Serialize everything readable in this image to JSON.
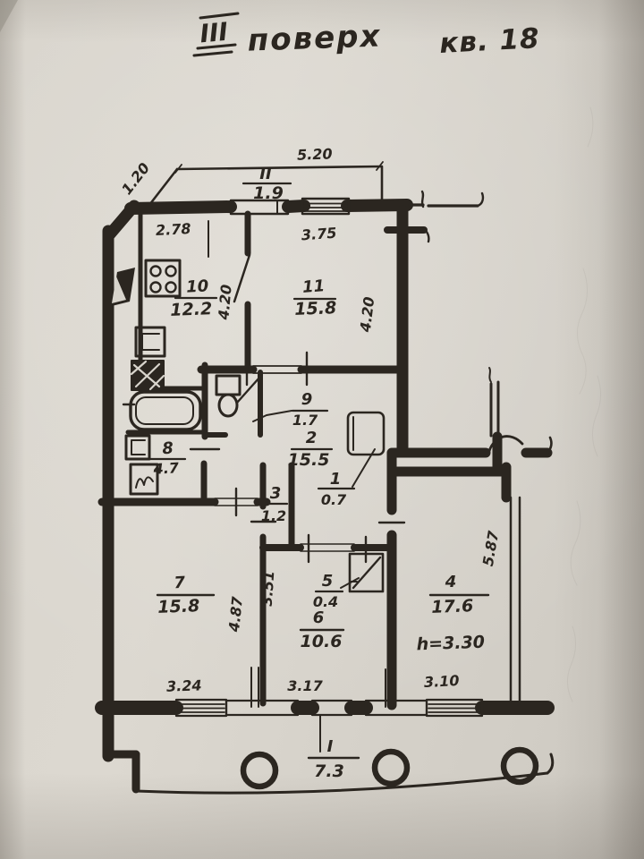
{
  "page": {
    "title_roman": "III",
    "title_word": "поверх",
    "title_apartment": "кв. 18"
  },
  "balconies": {
    "top": {
      "id": "II",
      "area": "1.9"
    },
    "bottom": {
      "id": "I",
      "area": "7.3"
    }
  },
  "rooms": {
    "r10": {
      "id": "10",
      "area": "12.2"
    },
    "r11": {
      "id": "11",
      "area": "15.8"
    },
    "r9": {
      "id": "9",
      "area": "1.7"
    },
    "r2": {
      "id": "2",
      "area": "15.5"
    },
    "r1": {
      "id": "1",
      "area": "0.7"
    },
    "r8": {
      "id": "8",
      "area": "4.7"
    },
    "r3": {
      "id": "3",
      "area": "1.2"
    },
    "r7": {
      "id": "7",
      "area": "15.8"
    },
    "r5": {
      "id": "5",
      "area": "0.4"
    },
    "r6": {
      "id": "6",
      "area": "10.6"
    },
    "r4": {
      "id": "4",
      "area": "17.6",
      "note": "h=3.30"
    }
  },
  "dims": {
    "balcony_top_width": "5.20",
    "balcony_top_depth": "1.20",
    "kitchen_width": "2.78",
    "room11_width": "3.75",
    "kitchen_height": "4.20",
    "room11_height": "4.20",
    "room7_width": "3.24",
    "room6_width": "3.17",
    "room4_width": "3.10",
    "room7_height": "4.87",
    "room6_height": "3.51",
    "room4_height": "5.87"
  }
}
